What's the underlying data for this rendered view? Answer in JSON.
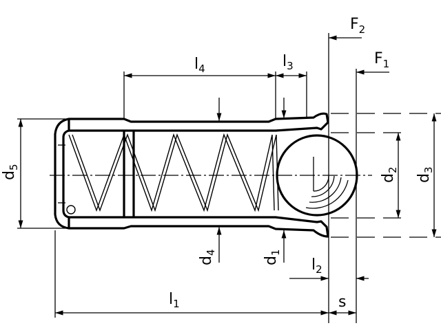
{
  "title": "Spring plunger with ball - dimension drawing",
  "labels": {
    "d5": {
      "base": "d",
      "sub": "5"
    },
    "l4": {
      "base": "l",
      "sub": "4"
    },
    "l3": {
      "base": "l",
      "sub": "3"
    },
    "F2": {
      "base": "F",
      "sub": "2"
    },
    "F1": {
      "base": "F",
      "sub": "1"
    },
    "d2": {
      "base": "d",
      "sub": "2"
    },
    "d3": {
      "base": "d",
      "sub": "3"
    },
    "d4": {
      "base": "d",
      "sub": "4"
    },
    "d1": {
      "base": "d",
      "sub": "1"
    },
    "l2": {
      "base": "l",
      "sub": "2"
    },
    "l1": {
      "base": "l",
      "sub": "1"
    },
    "s": {
      "base": "s"
    }
  }
}
